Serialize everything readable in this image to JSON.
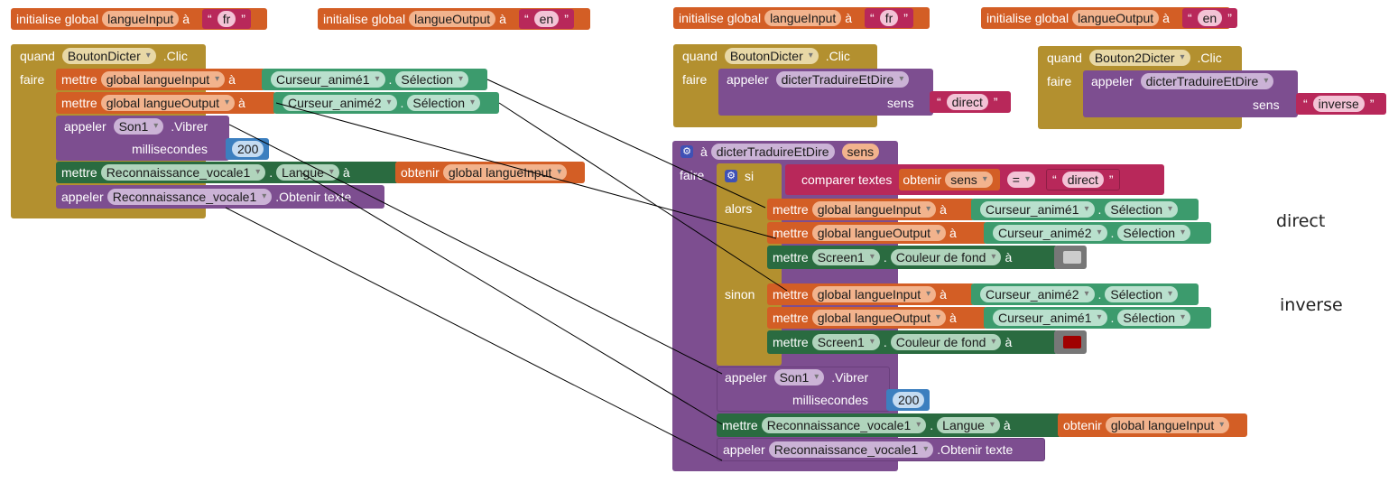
{
  "globals": {
    "kw_initialise": "initialise global",
    "kw_a": "à",
    "left_input_name": "langueInput",
    "left_input_value": "fr",
    "left_output_name": "langueOutput",
    "left_output_value": "en",
    "right_input_name": "langueInput",
    "right_input_value": "fr",
    "right_output_name": "langueOutput",
    "right_output_value": "en"
  },
  "kw": {
    "quand": "quand",
    "faire": "faire",
    "mettre": "mettre",
    "appeler": "appeler",
    "a": "à",
    "dot": ".",
    "obtenir": "obtenir",
    "si": "si",
    "alors": "alors",
    "sinon": "sinon",
    "comparer": "comparer textes",
    "eq": "=",
    "clic": ".Clic",
    "vibrer": ".Vibrer",
    "millisecondes": "millisecondes",
    "obtenir_texte": ".Obtenir texte",
    "sens_label": "sens",
    "quote_open": "“",
    "quote_close": "”"
  },
  "old_event": {
    "component": "BoutonDicter",
    "row1_var": "global langueInput",
    "row1_comp": "Curseur_animé1",
    "row1_prop": "Sélection",
    "row2_var": "global langueOutput",
    "row2_comp": "Curseur_animé2",
    "row2_prop": "Sélection",
    "son": "Son1",
    "ms": "200",
    "reco": "Reconnaissance_vocale1",
    "langue": "Langue",
    "get_var": "global langueInput",
    "reco2": "Reconnaissance_vocale1"
  },
  "event1": {
    "component": "BoutonDicter",
    "proc": "dicterTraduireEtDire",
    "arg": "direct"
  },
  "event2": {
    "component": "Bouton2Dicter",
    "proc": "dicterTraduireEtDire",
    "arg": "inverse"
  },
  "proc": {
    "name": "dicterTraduireEtDire",
    "param": "sens",
    "cmp_get": "sens",
    "cmp_value": "direct",
    "then1_var": "global langueInput",
    "then1_comp": "Curseur_animé1",
    "then1_prop": "Sélection",
    "then2_var": "global langueOutput",
    "then2_comp": "Curseur_animé2",
    "then2_prop": "Sélection",
    "then3_comp": "Screen1",
    "then3_prop": "Couleur de fond",
    "then3_color": "#cccccc",
    "else1_var": "global langueInput",
    "else1_comp": "Curseur_animé2",
    "else1_prop": "Sélection",
    "else2_var": "global langueOutput",
    "else2_comp": "Curseur_animé1",
    "else2_prop": "Sélection",
    "else3_comp": "Screen1",
    "else3_prop": "Couleur de fond",
    "else3_color": "#a00000",
    "son": "Son1",
    "ms": "200",
    "reco": "Reconnaissance_vocale1",
    "langue": "Langue",
    "get_var": "global langueInput",
    "reco2": "Reconnaissance_vocale1"
  },
  "notes": {
    "direct": "direct",
    "inverse": "inverse"
  },
  "colors": {
    "variables": "#d35e25",
    "events": "#b3902f",
    "procedures": "#7d4e90",
    "components": "#3c9b6d",
    "text": "#b8285a",
    "math": "#3c7fbf"
  }
}
